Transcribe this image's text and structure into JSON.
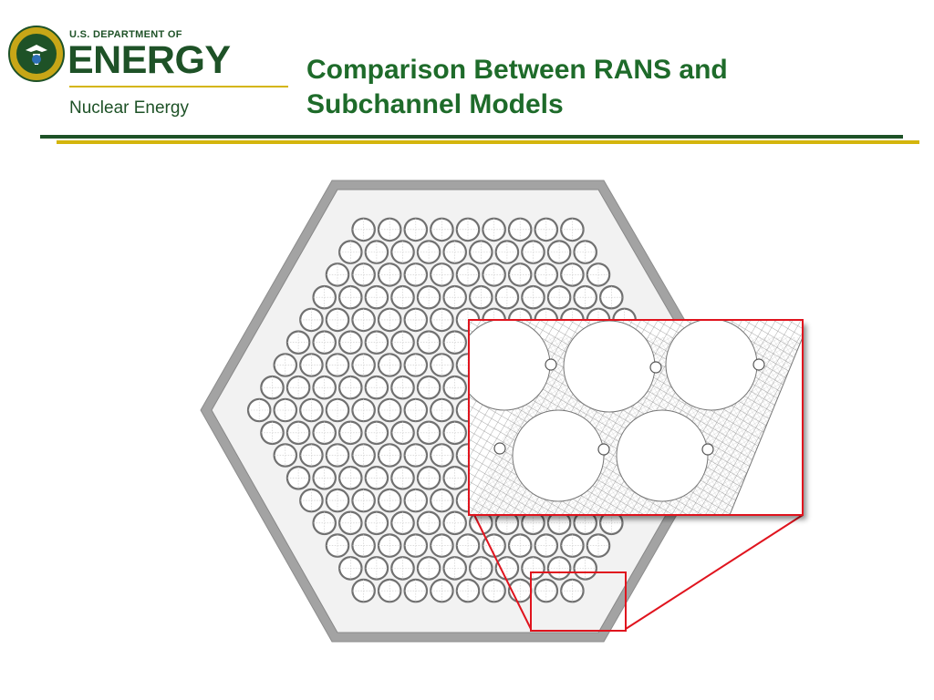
{
  "header": {
    "agency_line": "U.S. DEPARTMENT OF",
    "agency_name": "ENERGY",
    "office": "Nuclear Energy"
  },
  "slide": {
    "title": "Comparison Between RANS and Subchannel Models"
  },
  "colors": {
    "doe_green": "#1e5227",
    "title_green": "#1e6b2a",
    "gold": "#d4b50c",
    "highlight_red": "#e0141e",
    "duct_gray": "#9a9a9a",
    "pin_gray": "#777777"
  },
  "figure": {
    "subject": "hexagonal fuel assembly cross-section with zoomed computational mesh inset",
    "icons": [
      "doe-seal-icon",
      "eagle-icon"
    ]
  }
}
